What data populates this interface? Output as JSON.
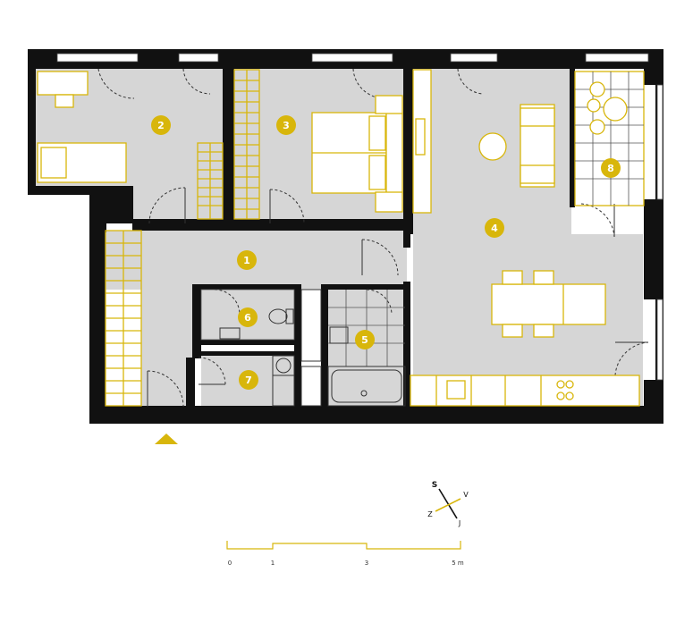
{
  "rooms": [
    {
      "id": "1",
      "label": "1"
    },
    {
      "id": "2",
      "label": "2"
    },
    {
      "id": "3",
      "label": "3"
    },
    {
      "id": "4",
      "label": "4"
    },
    {
      "id": "5",
      "label": "5"
    },
    {
      "id": "6",
      "label": "6"
    },
    {
      "id": "7",
      "label": "7"
    },
    {
      "id": "8",
      "label": "8"
    }
  ],
  "compass": {
    "north": "S",
    "east": "V",
    "west": "Z",
    "south": "J"
  },
  "scale_bar": {
    "ticks": [
      "0",
      "1",
      "3",
      "5 m"
    ]
  },
  "colors": {
    "accent": "#d8b60b",
    "wall": "#111111",
    "floor": "#d6d6d6"
  }
}
